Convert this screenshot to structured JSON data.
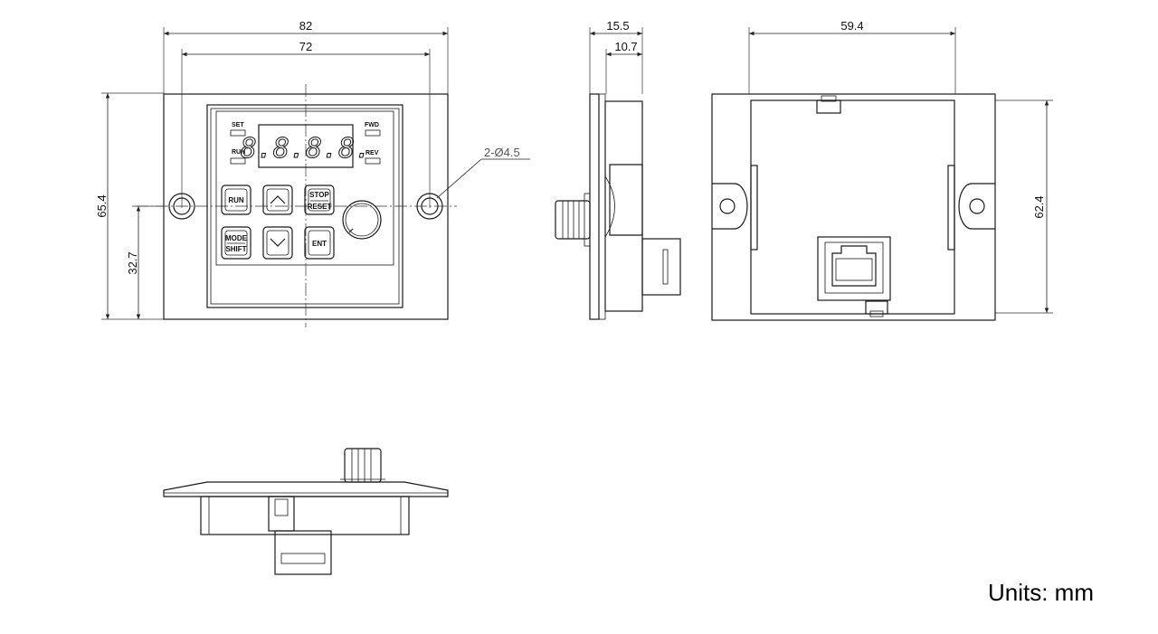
{
  "front": {
    "dim_width_overall": "82",
    "dim_width_holes": "72",
    "dim_height_overall": "65.4",
    "dim_height_center": "32.7",
    "hole_note": "2-Ø4.5",
    "leds": {
      "set": "SET",
      "run": "RUN",
      "fwd": "FWD",
      "rev": "REV"
    },
    "display": "8.8.8.8.",
    "buttons": {
      "run": "RUN",
      "stop": "STOP",
      "reset": "RESET",
      "mode": "MODE",
      "shift": "SHIFT",
      "enter": "ENT"
    }
  },
  "side": {
    "dim_depth_overall": "15.5",
    "dim_depth_body": "10.7"
  },
  "back": {
    "dim_width": "59.4",
    "dim_height": "62.4"
  },
  "units_label": "Units: mm"
}
